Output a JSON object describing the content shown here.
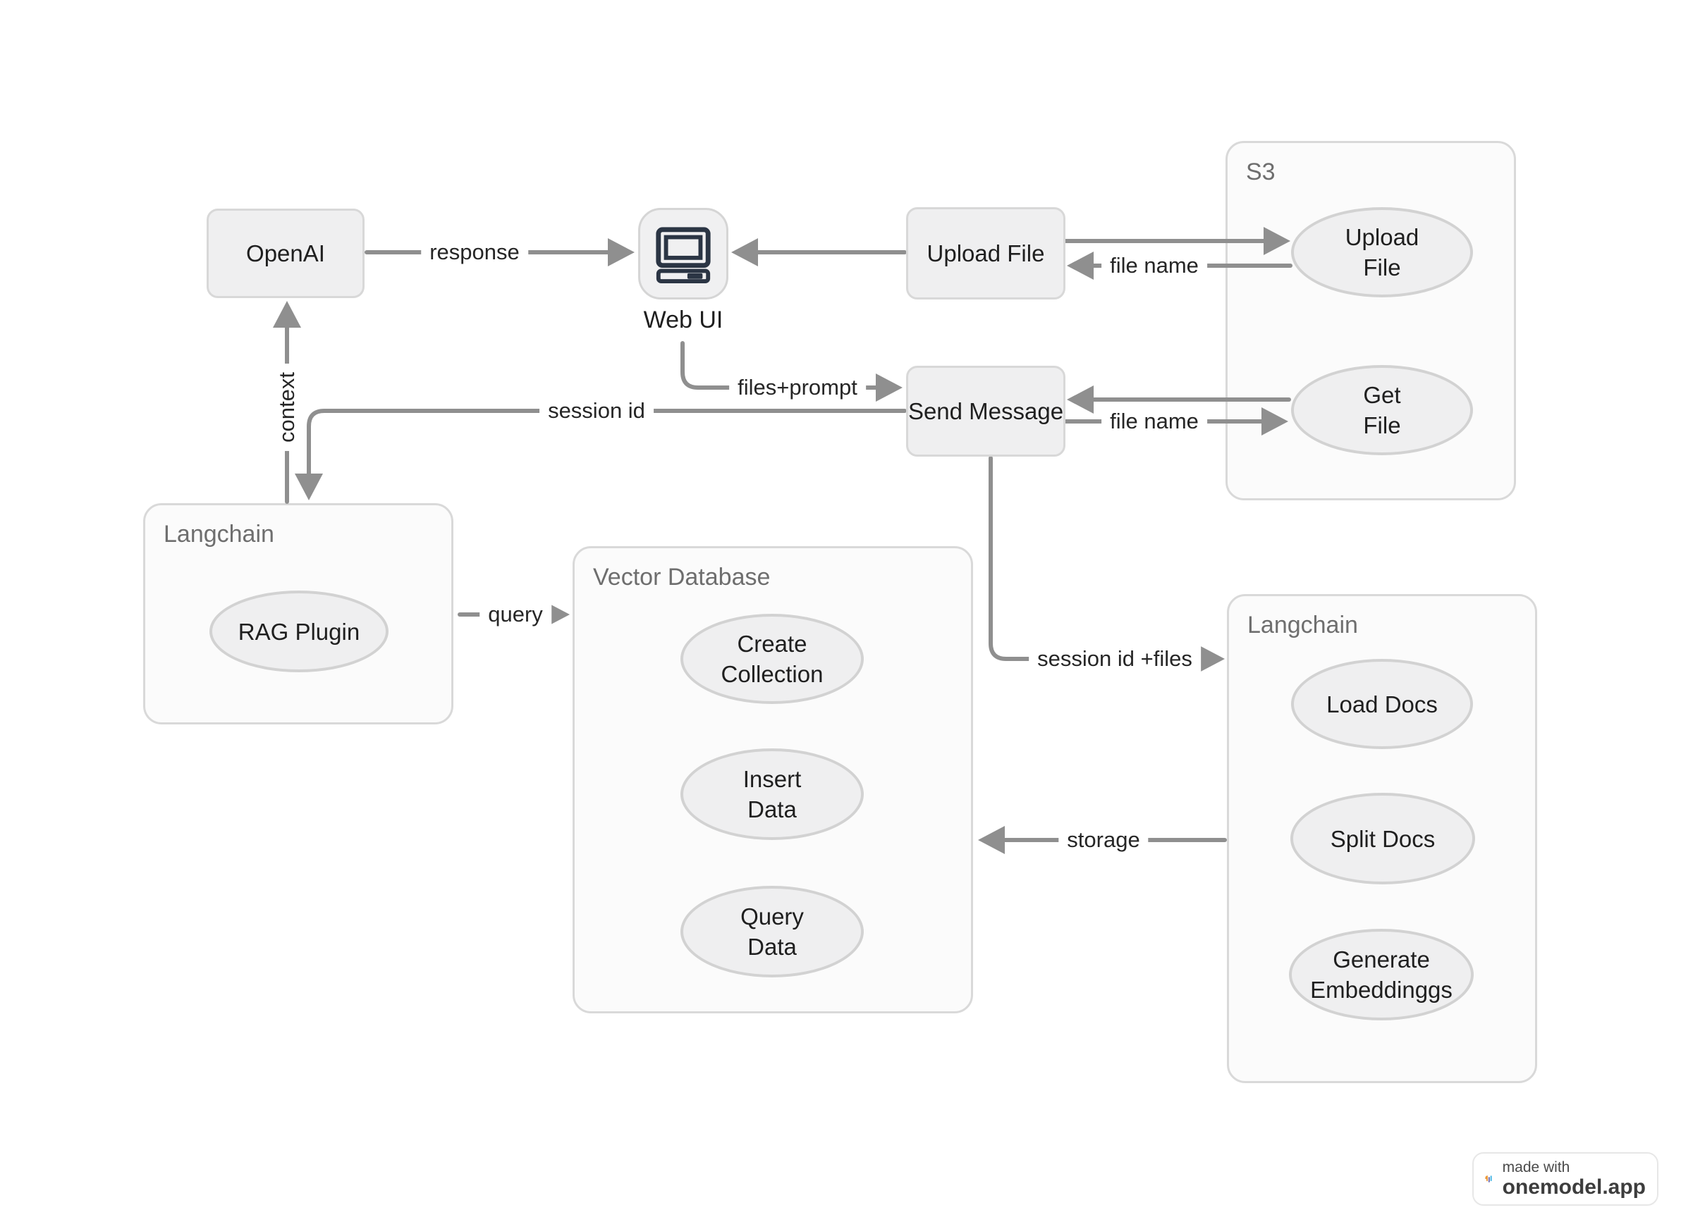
{
  "nodes": {
    "openai": "OpenAI",
    "web_ui": "Web UI",
    "upload_file": "Upload File",
    "send_message": "Send Message",
    "rag_plugin": "RAG Plugin",
    "s3_upload_file": "Upload\nFile",
    "s3_get_file": "Get\nFile",
    "create_collection": "Create\nCollection",
    "insert_data": "Insert\nData",
    "query_data": "Query\nData",
    "load_docs": "Load Docs",
    "split_docs": "Split Docs",
    "generate_embeddings": "Generate\nEmbeddinggs"
  },
  "containers": {
    "s3": "S3",
    "langchain_left": "Langchain",
    "vector_database": "Vector Database",
    "langchain_right": "Langchain"
  },
  "edges": {
    "response": "response",
    "upload_file_name": "file name",
    "files_prompt": "files+prompt",
    "session_id": "session id",
    "get_file_name": "file name",
    "context": "context",
    "query": "query",
    "session_id_files": "session id +files",
    "storage": "storage"
  },
  "badge": {
    "made_with": "made with",
    "brand": "onemodel.app"
  },
  "colors": {
    "node_fill": "#efeff0",
    "node_border": "#d8d8d8",
    "container_fill": "#fbfbfb",
    "container_border": "#d9d9d9",
    "arrow": "#8f8f8f",
    "icon_dark": "#2b3544",
    "logo_orange": "#EC9B3D",
    "logo_purple": "#6F6DB0",
    "logo_blue": "#47B5E4"
  }
}
